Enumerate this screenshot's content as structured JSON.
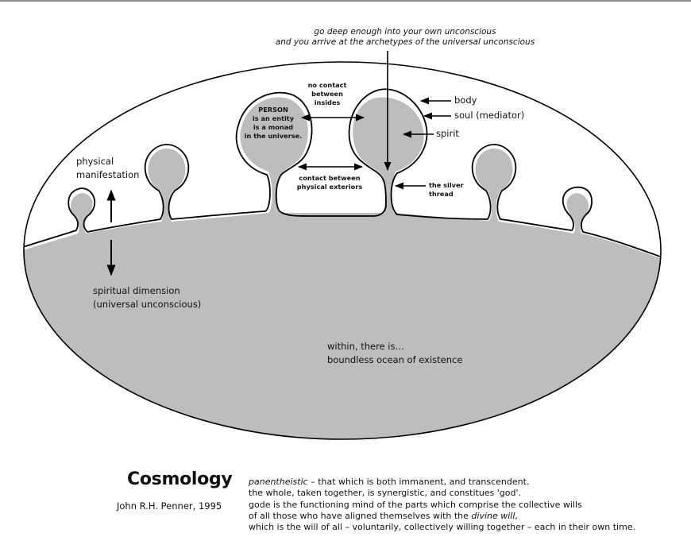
{
  "colors": {
    "ocean": "#bdbdbd",
    "outline": "#000000",
    "background": "#ffffff",
    "rule": "#8a8a8a"
  },
  "top_quote": {
    "line1": "go deep enough into your own unconscious",
    "line2": "and you arrive at the archetypes of the universal unconscious"
  },
  "labels": {
    "no_contact": [
      "no contact",
      "between",
      "insides"
    ],
    "person": [
      "PERSON",
      "is an entity",
      "is a monad",
      "in the universe."
    ],
    "contact_exteriors": [
      "contact between",
      "physical exteriors"
    ],
    "body": "body",
    "soul": "soul (mediator)",
    "spirit": "spirit",
    "silver_thread": [
      "the silver",
      "thread"
    ],
    "physical_manifestation": [
      "physical",
      "manifestation"
    ],
    "spiritual_dimension": [
      "spiritual dimension",
      "(universal unconscious)"
    ],
    "ocean": [
      "within, there is…",
      "boundless ocean of existence"
    ]
  },
  "caption": {
    "title": "Cosmology",
    "author": "John R.H. Penner, 1995",
    "lines": [
      {
        "italic": "panentheistic",
        "rest": " – that which is both immanent, and transcendent."
      },
      {
        "italic": "",
        "rest": "the whole, taken together, is synergistic, and constitues 'god'."
      },
      {
        "italic": "",
        "rest": "gode is the functioning mind of the parts which comprise the collective wills"
      },
      {
        "pre": "of all those who have aligned themselves with the ",
        "italic": "divine will",
        "rest": ","
      },
      {
        "italic": "",
        "rest": "which is the will of all – voluntarily, collectively willing together – each in their own time."
      }
    ]
  }
}
